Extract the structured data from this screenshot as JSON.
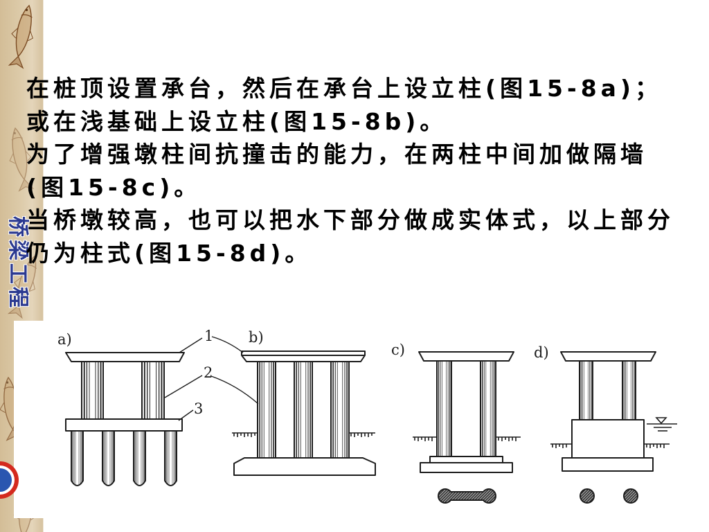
{
  "sidebar": {
    "title": "桥梁工程"
  },
  "content": {
    "lines": [
      "在桩顶设置承台，然后在承台上设立柱(图15-8a)；",
      "或在浅基础上设立柱(图15-8b)。",
      "为了增强墩柱间抗撞击的能力，在两柱中间加做隔墙",
      "(图15-8c)。",
      "当桥墩较高，也可以把水下部分做成实体式，以上部分",
      "仍为柱式(图15-8d)。"
    ]
  },
  "figure": {
    "panels": {
      "a": "a)",
      "b": "b)",
      "c": "c)",
      "d": "d)"
    },
    "callouts": [
      "1",
      "2",
      "3"
    ]
  },
  "colors": {
    "text": "#000000",
    "title": "#2b3990",
    "sidebar": "#dccaa8",
    "ink": "#1c1c1c"
  }
}
